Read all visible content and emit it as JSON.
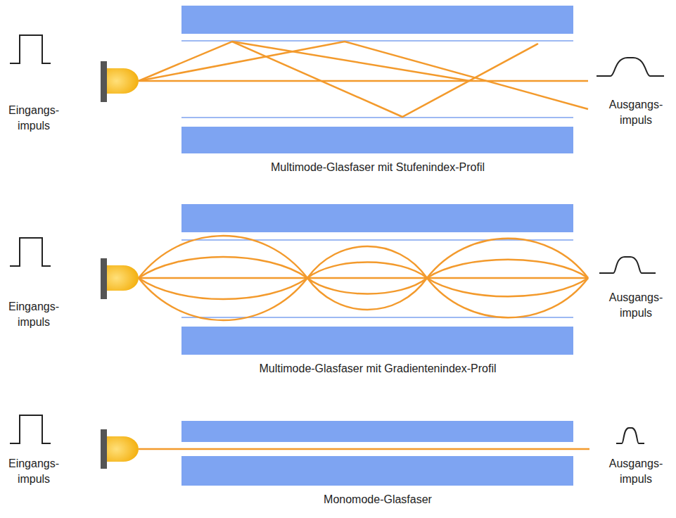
{
  "diagram": {
    "labels": [
      "Eingangs- impuls",
      "Ausgangs- impuls",
      "Multimode-Glasfaser mit Stufenindex-Profil",
      "Eingangs- impuls",
      "Ausgangs- impuls",
      "Multimode-Glasfaser mit Gradientenindex-Profil",
      "Eingangs- impuls",
      "Ausgangs- impuls",
      "Monomode-Glasfaser"
    ]
  }
}
